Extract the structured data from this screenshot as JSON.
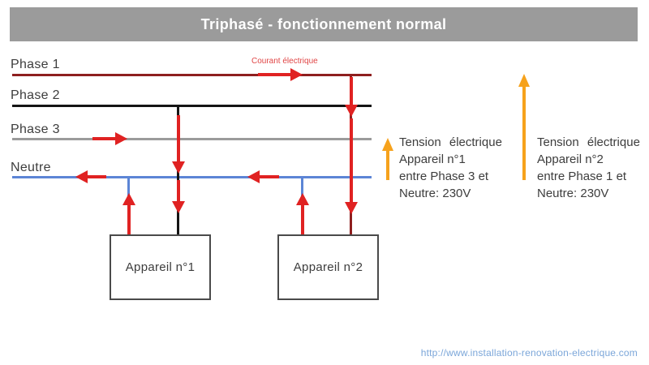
{
  "header": {
    "title": "Triphasé - fonctionnement normal"
  },
  "annotations": {
    "current_flow": "Courant électrique",
    "url": "http://www.installation-renovation-electrique.com"
  },
  "conductors": [
    {
      "id": "phase1",
      "label": "Phase 1"
    },
    {
      "id": "phase2",
      "label": "Phase 2"
    },
    {
      "id": "phase3",
      "label": "Phase 3"
    },
    {
      "id": "neutre",
      "label": "Neutre"
    }
  ],
  "devices": [
    {
      "label": "Appareil n°1"
    },
    {
      "label": "Appareil n°2"
    }
  ],
  "voltage_notes": [
    {
      "lines": [
        "Tension électrique",
        "Appareil n°1",
        "entre Phase 3 et",
        "Neutre: 230V"
      ]
    },
    {
      "lines": [
        "Tension électrique",
        "Appareil n°2",
        "entre Phase 1 et",
        "Neutre: 230V"
      ]
    }
  ],
  "colors": {
    "phase1": "#8e1f1f",
    "phase2": "#151515",
    "phase3": "#9b9b9b",
    "neutre": "#5c85d6",
    "arrow-red": "#e02222",
    "arrow-orange": "#f6a21c",
    "header-bg": "#9b9b9b",
    "header-text": "#ffffff",
    "ink": "#3d3d3d",
    "courant-red": "#e04545",
    "url-blue": "#7ba6d9",
    "box-border": "#4a4a4a"
  }
}
